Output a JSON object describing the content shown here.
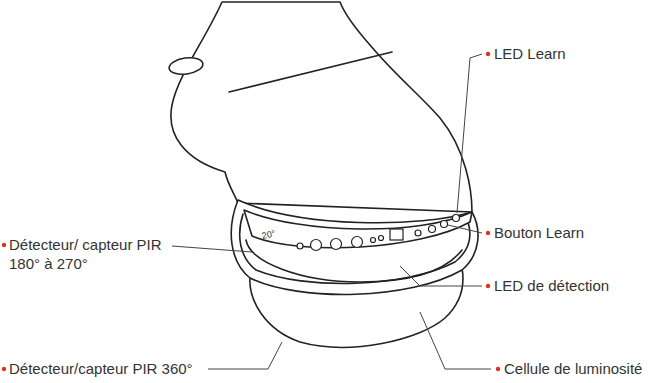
{
  "diagram": {
    "labels": [
      "LED Learn",
      "Bouton Learn",
      "Détecteur/ capteur PIR 180° à 270°",
      "20°",
      "LED de détection",
      "Détecteur/capteur PIR 360°",
      "Cellule de luminosité"
    ]
  }
}
